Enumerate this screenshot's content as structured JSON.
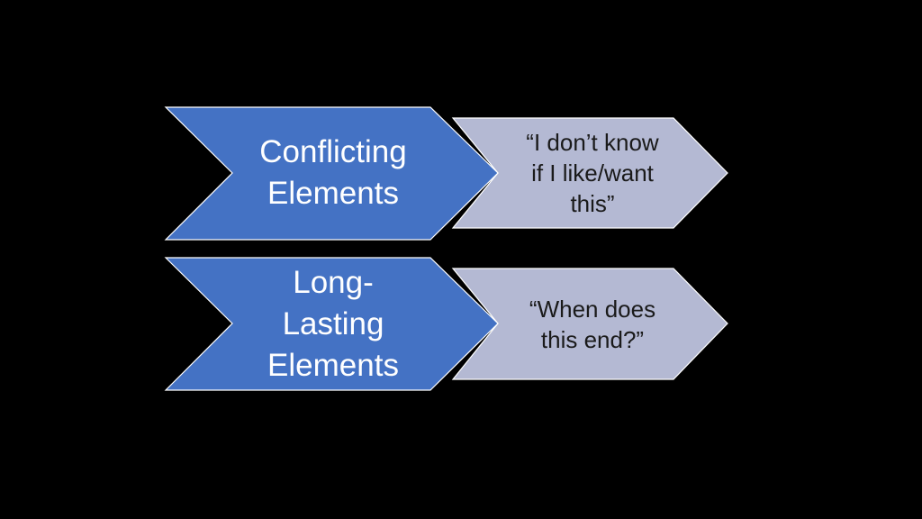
{
  "colors": {
    "background": "#000000",
    "primary_chevron": "#4472c4",
    "secondary_chevron": "#b4b9d3",
    "outline": "#ffffff",
    "primary_text": "#ffffff",
    "secondary_text": "#1a1a1a"
  },
  "rows": [
    {
      "primary": {
        "lines": [
          "Conflicting",
          "Elements"
        ]
      },
      "secondary": {
        "lines": [
          "“I don’t know",
          "if I like/want",
          "this”"
        ]
      }
    },
    {
      "primary": {
        "lines": [
          "Long-",
          "Lasting",
          "Elements"
        ]
      },
      "secondary": {
        "lines": [
          "“When does",
          "this end?”"
        ]
      }
    }
  ]
}
